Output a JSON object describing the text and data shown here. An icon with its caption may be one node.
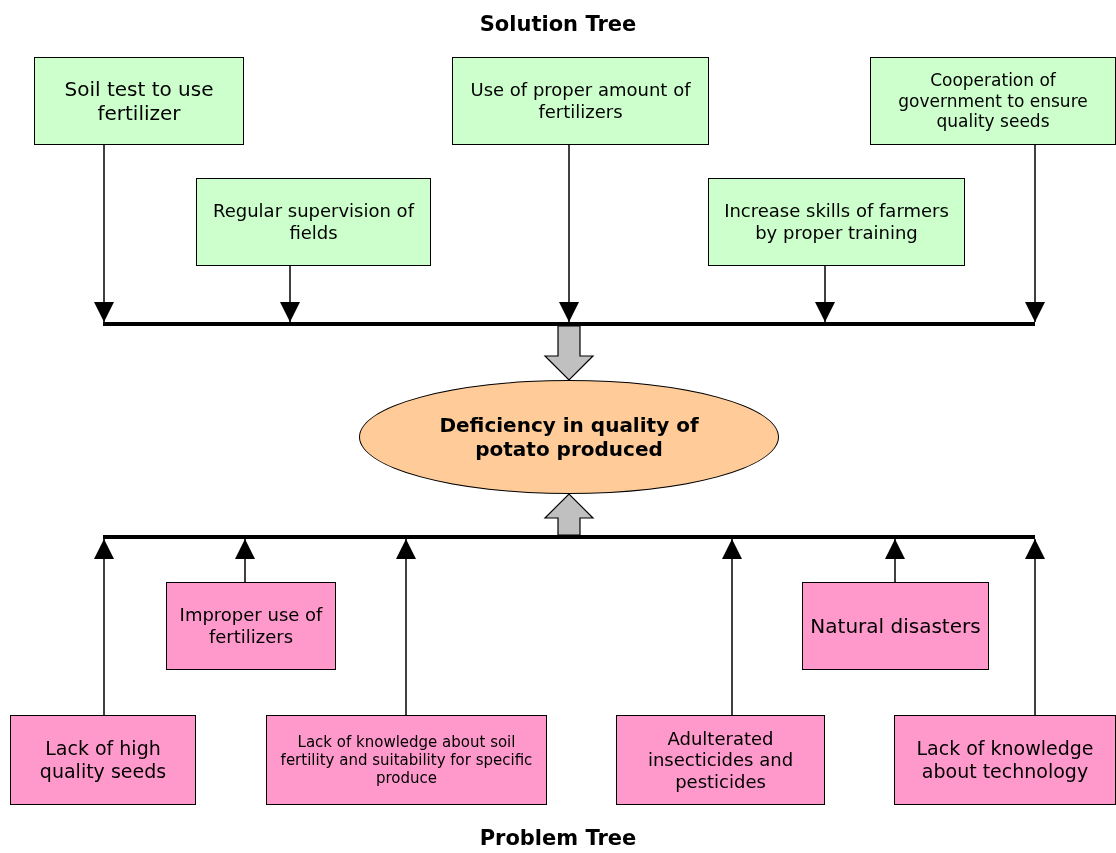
{
  "diagram": {
    "title": "Solution Tree",
    "caption": "Problem Tree",
    "nodes": [
      {
        "text": [
          "Soil test to use fertilizer"
        ]
      },
      {
        "text": [
          "Regular supervision of fields"
        ]
      },
      {
        "text": [
          "Use of proper amount of fertilizers"
        ]
      },
      {
        "text": [
          "Increase skills of farmers by proper training"
        ]
      },
      {
        "text": [
          "Cooperation of government to ensure quality seeds"
        ]
      },
      {
        "text": [],
        "shape": "bar"
      },
      {
        "text": [
          "Deficiency in quality of potato produced"
        ]
      },
      {
        "text": [],
        "shape": "bar"
      },
      {
        "text": [
          "Improper use of fertilizers"
        ]
      },
      {
        "text": [
          "Natural disasters"
        ]
      },
      {
        "text": [
          "Lack of high quality seeds"
        ]
      },
      {
        "text": [
          "Lack of knowledge about soil fertility and suitability for specific produce"
        ]
      },
      {
        "text": [
          "Adulterated insecticides and pesticides"
        ]
      },
      {
        "text": [
          "Lack of knowledge about technology"
        ]
      }
    ],
    "edges": [
      {
        "from": 0,
        "to": 5,
        "arrow": "to"
      },
      {
        "from": 1,
        "to": 5,
        "arrow": "to"
      },
      {
        "from": 2,
        "to": 5,
        "arrow": "to"
      },
      {
        "from": 3,
        "to": 5,
        "arrow": "to"
      },
      {
        "from": 4,
        "to": 5,
        "arrow": "to"
      },
      {
        "from": 5,
        "to": 6,
        "arrow": "to",
        "style": "thick",
        "color": "#c0c0c0"
      },
      {
        "from": 7,
        "to": 6,
        "arrow": "to",
        "style": "thick",
        "color": "#c0c0c0"
      },
      {
        "from": 10,
        "to": 7,
        "arrow": "to"
      },
      {
        "from": 8,
        "to": 7,
        "arrow": "to"
      },
      {
        "from": 11,
        "to": 7,
        "arrow": "to"
      },
      {
        "from": 12,
        "to": 7,
        "arrow": "to"
      },
      {
        "from": 9,
        "to": 7,
        "arrow": "to"
      },
      {
        "from": 13,
        "to": 7,
        "arrow": "to"
      }
    ]
  }
}
